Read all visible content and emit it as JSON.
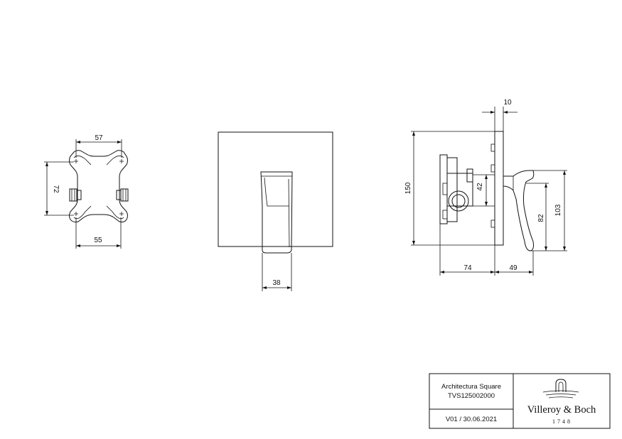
{
  "views": {
    "mounting_plate": {
      "dims": {
        "top_width": "57",
        "height": "72",
        "bottom_width": "55"
      }
    },
    "front_view": {
      "dims": {
        "lever_width": "38"
      }
    },
    "side_view": {
      "dims": {
        "plate_thickness": "10",
        "total_height": "150",
        "body_offset": "42",
        "lever_height": "82",
        "lever_top": "103",
        "depth_behind": "74",
        "projection": "49"
      }
    }
  },
  "title_block": {
    "product_name": "Architectura Square",
    "product_code": "TVS125002000",
    "version_date": "V01 / 30.06.2021",
    "brand": "Villeroy & Boch",
    "brand_year": "1748"
  }
}
